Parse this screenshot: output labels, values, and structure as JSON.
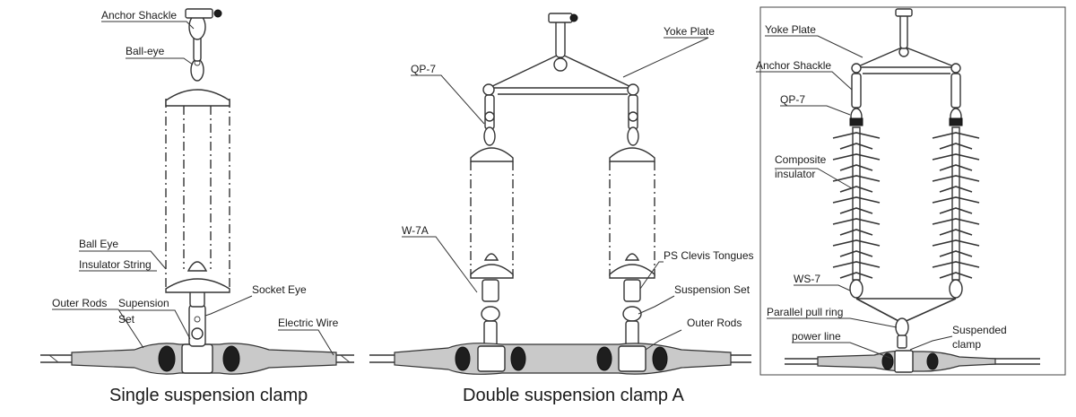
{
  "panels": [
    {
      "caption": "Single suspension clamp",
      "labels": [
        "Anchor Shackle",
        "Ball-eye",
        "Ball Eye",
        "Insulator String",
        "Socket Eye",
        "Outer Rods",
        "Supension",
        "Set",
        "Electric Wire"
      ]
    },
    {
      "caption": "Double suspension clamp A",
      "labels": [
        "Yoke Plate",
        "QP-7",
        "W-7A",
        "PS Clevis Tongues",
        "Suspension Set",
        "Outer Rods"
      ]
    },
    {
      "labels": [
        "Yoke Plate",
        "Anchor Shackle",
        "QP-7",
        "Composite",
        "insulator",
        "WS-7",
        "Parallel pull ring",
        "power line",
        "Suspended",
        "clamp"
      ]
    }
  ]
}
